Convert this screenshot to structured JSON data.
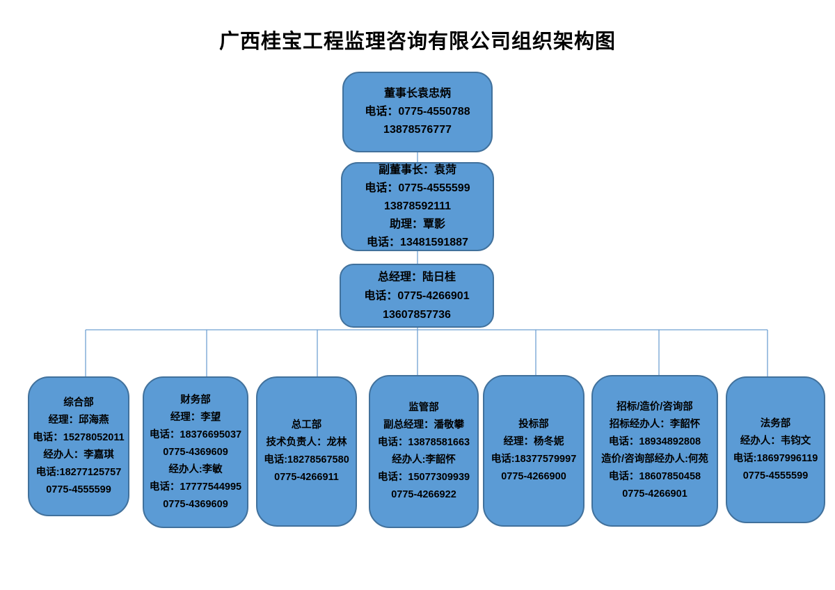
{
  "title": "广西桂宝工程监理咨询有限公司组织架构图",
  "colors": {
    "box_fill": "#5b9bd5",
    "box_border": "#41719c",
    "connector_line": "#6fa0d2",
    "text": "#000000"
  },
  "top_nodes": {
    "chairman": {
      "lines": [
        "董事长袁忠炳",
        "电话：0775-4550788",
        "13878576777"
      ]
    },
    "vice_chairman": {
      "lines": [
        "副董事长：袁菏",
        "电话：0775-4555599",
        "13878592111",
        "助理：覃影",
        "电话：13481591887"
      ]
    },
    "general_manager": {
      "lines": [
        "总经理：陆日桂",
        "电话：0775-4266901",
        "13607857736"
      ]
    }
  },
  "departments": [
    {
      "name": "综合部",
      "lines": [
        "经理：邱海燕",
        "电话：15278052011",
        "经办人：李嘉琪",
        "电话:18277125757",
        "0775-4555599"
      ]
    },
    {
      "name": "财务部",
      "lines": [
        "经理：李望",
        "电话：18376695037",
        "0775-4369609",
        "经办人:李敏",
        "电话：17777544995",
        "0775-4369609"
      ]
    },
    {
      "name": "总工部",
      "lines": [
        "技术负责人：龙林",
        "电话:18278567580",
        "0775-4266911"
      ]
    },
    {
      "name": "监管部",
      "lines": [
        "副总经理：潘敬攀",
        "电话：13878581663",
        "经办人:李韶怀",
        "电话：15077309939",
        "0775-4266922"
      ]
    },
    {
      "name": "投标部",
      "lines": [
        "经理：杨冬妮",
        "电话:18377579997",
        "0775-4266900"
      ]
    },
    {
      "name": "招标/造价/咨询部",
      "lines": [
        "招标经办人：李韶怀",
        "电话：18934892808",
        "造价/咨询部经办人:何苑",
        "电话：18607850458",
        "0775-4266901"
      ]
    },
    {
      "name": "法务部",
      "lines": [
        "经办人：韦钧文",
        "电话:18697996119",
        "0775-4555599"
      ]
    }
  ]
}
